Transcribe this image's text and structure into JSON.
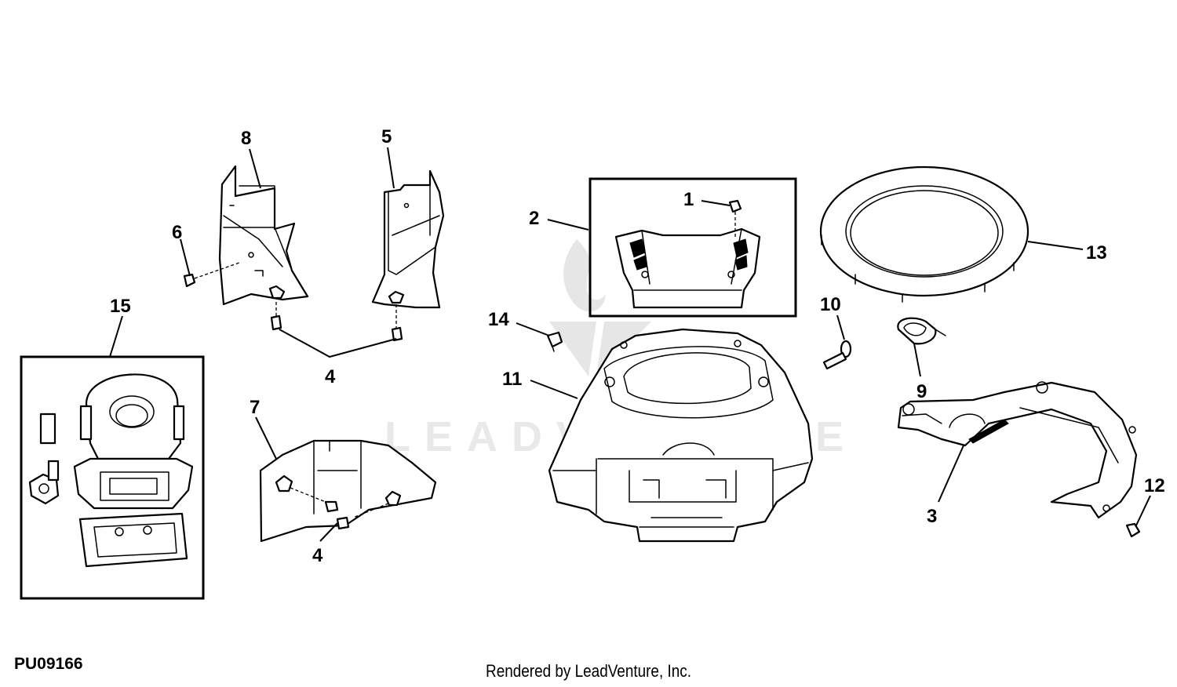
{
  "diagram": {
    "reference_code": "PU09166",
    "footer": "Rendered by LeadVenture, Inc.",
    "watermark": "LEADVENTURE",
    "callouts": {
      "c1": "1",
      "c2": "2",
      "c3": "3",
      "c4a": "4",
      "c4b": "4",
      "c5": "5",
      "c6": "6",
      "c7": "7",
      "c8": "8",
      "c9": "9",
      "c10": "10",
      "c11": "11",
      "c12": "12",
      "c13": "13",
      "c14": "14",
      "c15": "15"
    }
  }
}
